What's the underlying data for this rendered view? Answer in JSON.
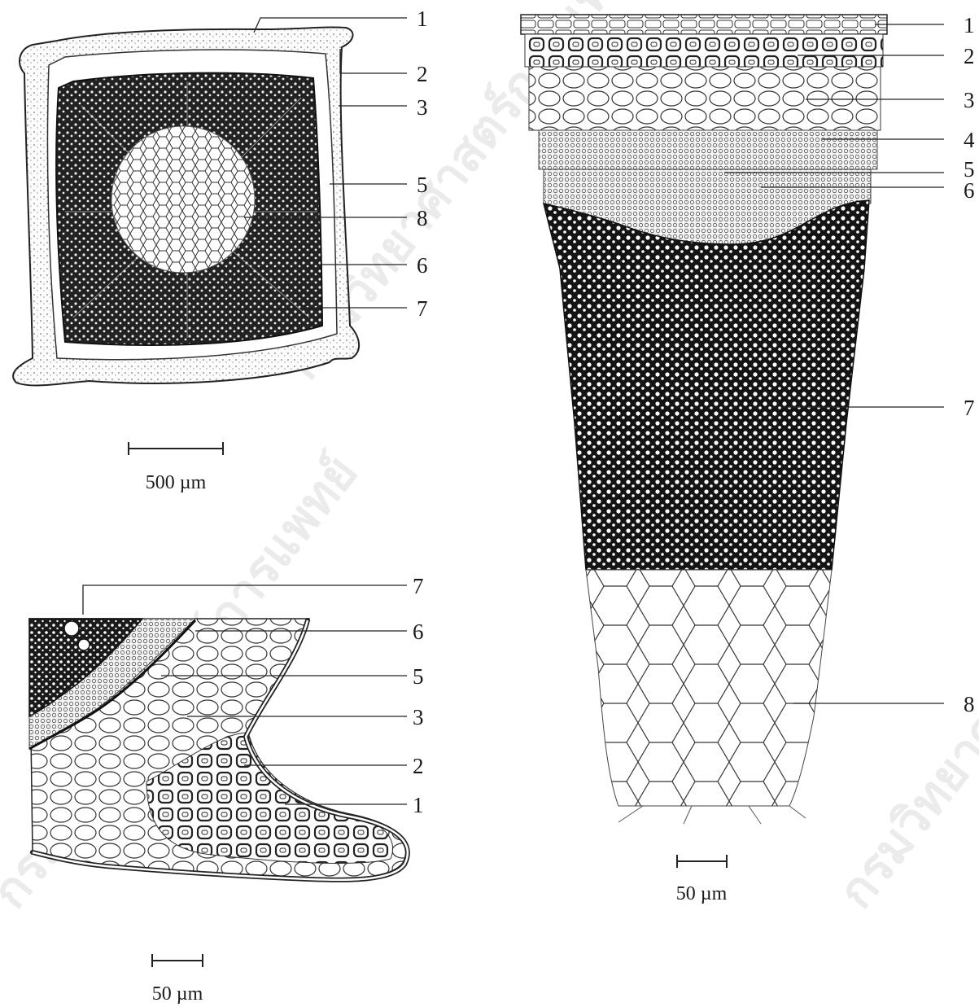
{
  "panels": {
    "cross_section": {
      "labels": [
        "1",
        "2",
        "3",
        "5",
        "8",
        "6",
        "7"
      ],
      "scale_bar_text": "500 µm"
    },
    "tissue_detail": {
      "labels": [
        "1",
        "2",
        "3",
        "4",
        "5",
        "6",
        "7",
        "8"
      ],
      "scale_bar_text": "50 µm"
    },
    "corner_ridge": {
      "labels": [
        "7",
        "6",
        "5",
        "3",
        "2",
        "1"
      ],
      "scale_bar_text": "50 µm"
    }
  },
  "watermark_text": "กรมวิทยาศาสตร์การแพทย์",
  "colors": {
    "ink": "#1a1a1a",
    "dark_tissue": "#141414",
    "light_tissue": "#f2f2f2",
    "background": "#ffffff",
    "watermark": "#b8b8b8"
  }
}
